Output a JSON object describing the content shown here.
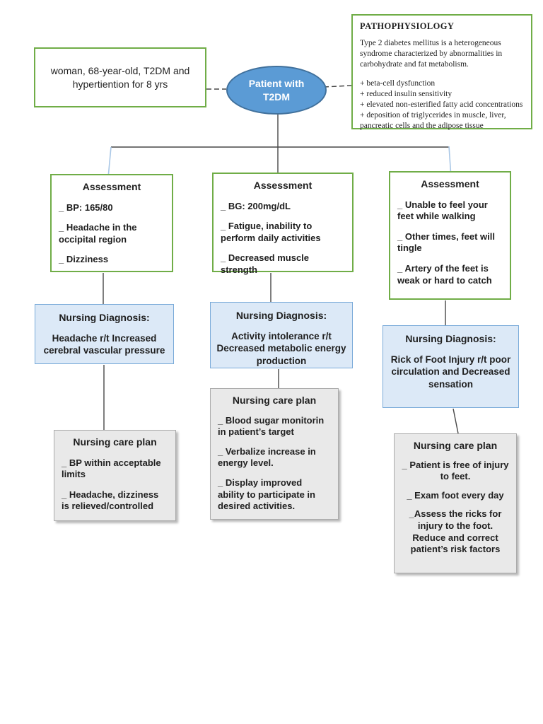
{
  "patient_info": {
    "text": "woman, 68-year-old, T2DM and hypertiention for 8 yrs"
  },
  "central_node": {
    "line1": "Patient with",
    "line2": "T2DM"
  },
  "pathophysiology": {
    "title": "PATHOPHYSIOLOGY",
    "description": "Type 2 diabetes mellitus is a heterogeneous syndrome characterized by abnormalities in carbohydrate and fat metabolism.",
    "factors": [
      "+ beta-cell dysfunction",
      "+ reduced insulin sensitivity",
      "+ elevated non-esterified fatty acid concentrations",
      "+ deposition of triglycerides in muscle, liver, pancreatic cells and the adipose tissue"
    ]
  },
  "columns": [
    {
      "assessment": {
        "title": "Assessment",
        "items": [
          "_ BP: 165/80",
          "_ Headache in the occipital region",
          "_ Dizziness"
        ]
      },
      "diagnosis": {
        "title": "Nursing Diagnosis:",
        "text": "Headache r/t Increased cerebral vascular pressure"
      },
      "care_plan": {
        "title": "Nursing care plan",
        "items": [
          "_ BP within acceptable limits",
          "_ Headache, dizziness is relieved/controlled"
        ]
      }
    },
    {
      "assessment": {
        "title": "Assessment",
        "items": [
          "_ BG: 200mg/dL",
          "_ Fatigue, inability to perform daily activities",
          "_ Decreased muscle strength"
        ]
      },
      "diagnosis": {
        "title": "Nursing Diagnosis:",
        "text": "Activity intolerance r/t Decreased metabolic energy production"
      },
      "care_plan": {
        "title": "Nursing care plan",
        "items": [
          "_ Blood sugar monitorin in patient’s target",
          "_ Verbalize increase in energy level.",
          "_ Display improved ability to participate in desired activities."
        ]
      }
    },
    {
      "assessment": {
        "title": "Assessment",
        "items": [
          "_ Unable to feel your feet while walking",
          "_ Other times, feet will tingle",
          "_ Artery of the feet is weak or hard to catch"
        ]
      },
      "diagnosis": {
        "title": "Nursing Diagnosis:",
        "text": "Rick of Foot Injury r/t poor circulation and Decreased sensation"
      },
      "care_plan": {
        "title": "Nursing care plan",
        "items": [
          "_ Patient is free of injury to feet.",
          "_ Exam foot every day",
          "_Assess the ricks for injury to the foot. Reduce and correct patient’s risk factors"
        ]
      }
    }
  ],
  "colors": {
    "green-border": "#70ad47",
    "node-fill": "#5b9bd5",
    "node-border": "#41719c",
    "node-text": "#ffffff",
    "diagnosis-fill": "#dce9f7",
    "diagnosis-border": "#79aad9",
    "careplan-fill": "#e9e9e9",
    "careplan-border": "#ababab",
    "connector-dark": "#474747",
    "connector-light": "#a9c7e6",
    "text": "#1f1f1f"
  }
}
